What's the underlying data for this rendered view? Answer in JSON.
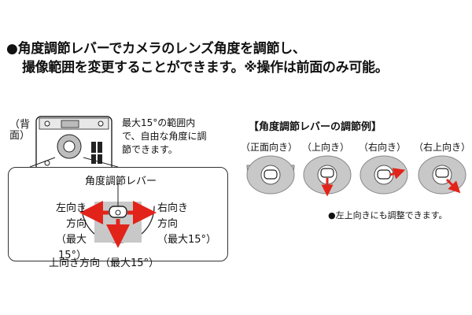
{
  "heading": {
    "line1": "●角度調節レバーでカメラのレンズ角度を調節し、",
    "line2": "撮像範囲を変更することができます。※操作は前面のみ可能。"
  },
  "back_label": "（背面）",
  "range_note": {
    "line1": "最大15°の範囲内",
    "line2": "で、自由な角度に調",
    "line3": "節できます。"
  },
  "detail": {
    "lever_title": "角度調節レバー",
    "left_line1": "左向き",
    "left_line2": "方向",
    "left_line3": "（最大15°）",
    "right_line1": "右向き",
    "right_line2": "方向",
    "right_line3": "（最大15°）",
    "bottom": "上向き方向（最大15°）"
  },
  "examples": {
    "title": "【角度調節レバーの調節例】",
    "items": [
      {
        "label": "（正面向き）",
        "arrow": "none"
      },
      {
        "label": "（上向き）",
        "arrow": "down"
      },
      {
        "label": "（右向き）",
        "arrow": "right"
      },
      {
        "label": "（右上向き）",
        "arrow": "down-right"
      }
    ],
    "note": "●左上向きにも調整できます。"
  },
  "colors": {
    "arrow": "#e2231a",
    "disc": "#c8c8c8",
    "disc_dark": "#b0b0b0",
    "line": "#222222"
  }
}
